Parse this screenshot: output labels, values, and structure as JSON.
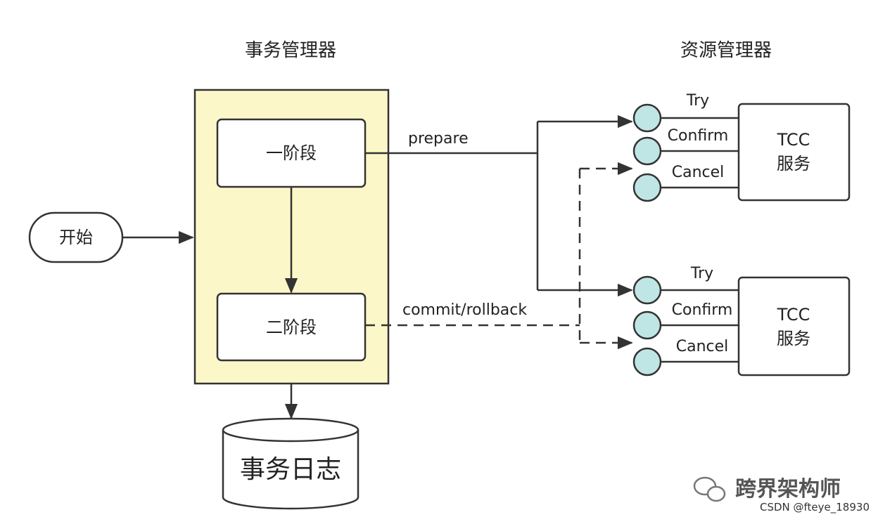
{
  "titles": {
    "transaction_manager": "事务管理器",
    "resource_manager": "资源管理器"
  },
  "nodes": {
    "start": "开始",
    "phase_one": "一阶段",
    "phase_two": "二阶段",
    "transaction_log": "事务日志"
  },
  "edges": {
    "prepare": "prepare",
    "commit_rollback": "commit/rollback"
  },
  "services": [
    {
      "line1": "TCC",
      "line2": "服务",
      "ports": [
        "Try",
        "Confirm",
        "Cancel"
      ]
    },
    {
      "line1": "TCC",
      "line2": "服务",
      "ports": [
        "Try",
        "Confirm",
        "Cancel"
      ]
    }
  ],
  "watermark": {
    "brand": "跨界架构师",
    "credit": "CSDN @fteye_18930"
  },
  "colors": {
    "manager_fill": "#fbf7c8",
    "port_fill": "#bfe6e4",
    "stroke": "#333333"
  }
}
